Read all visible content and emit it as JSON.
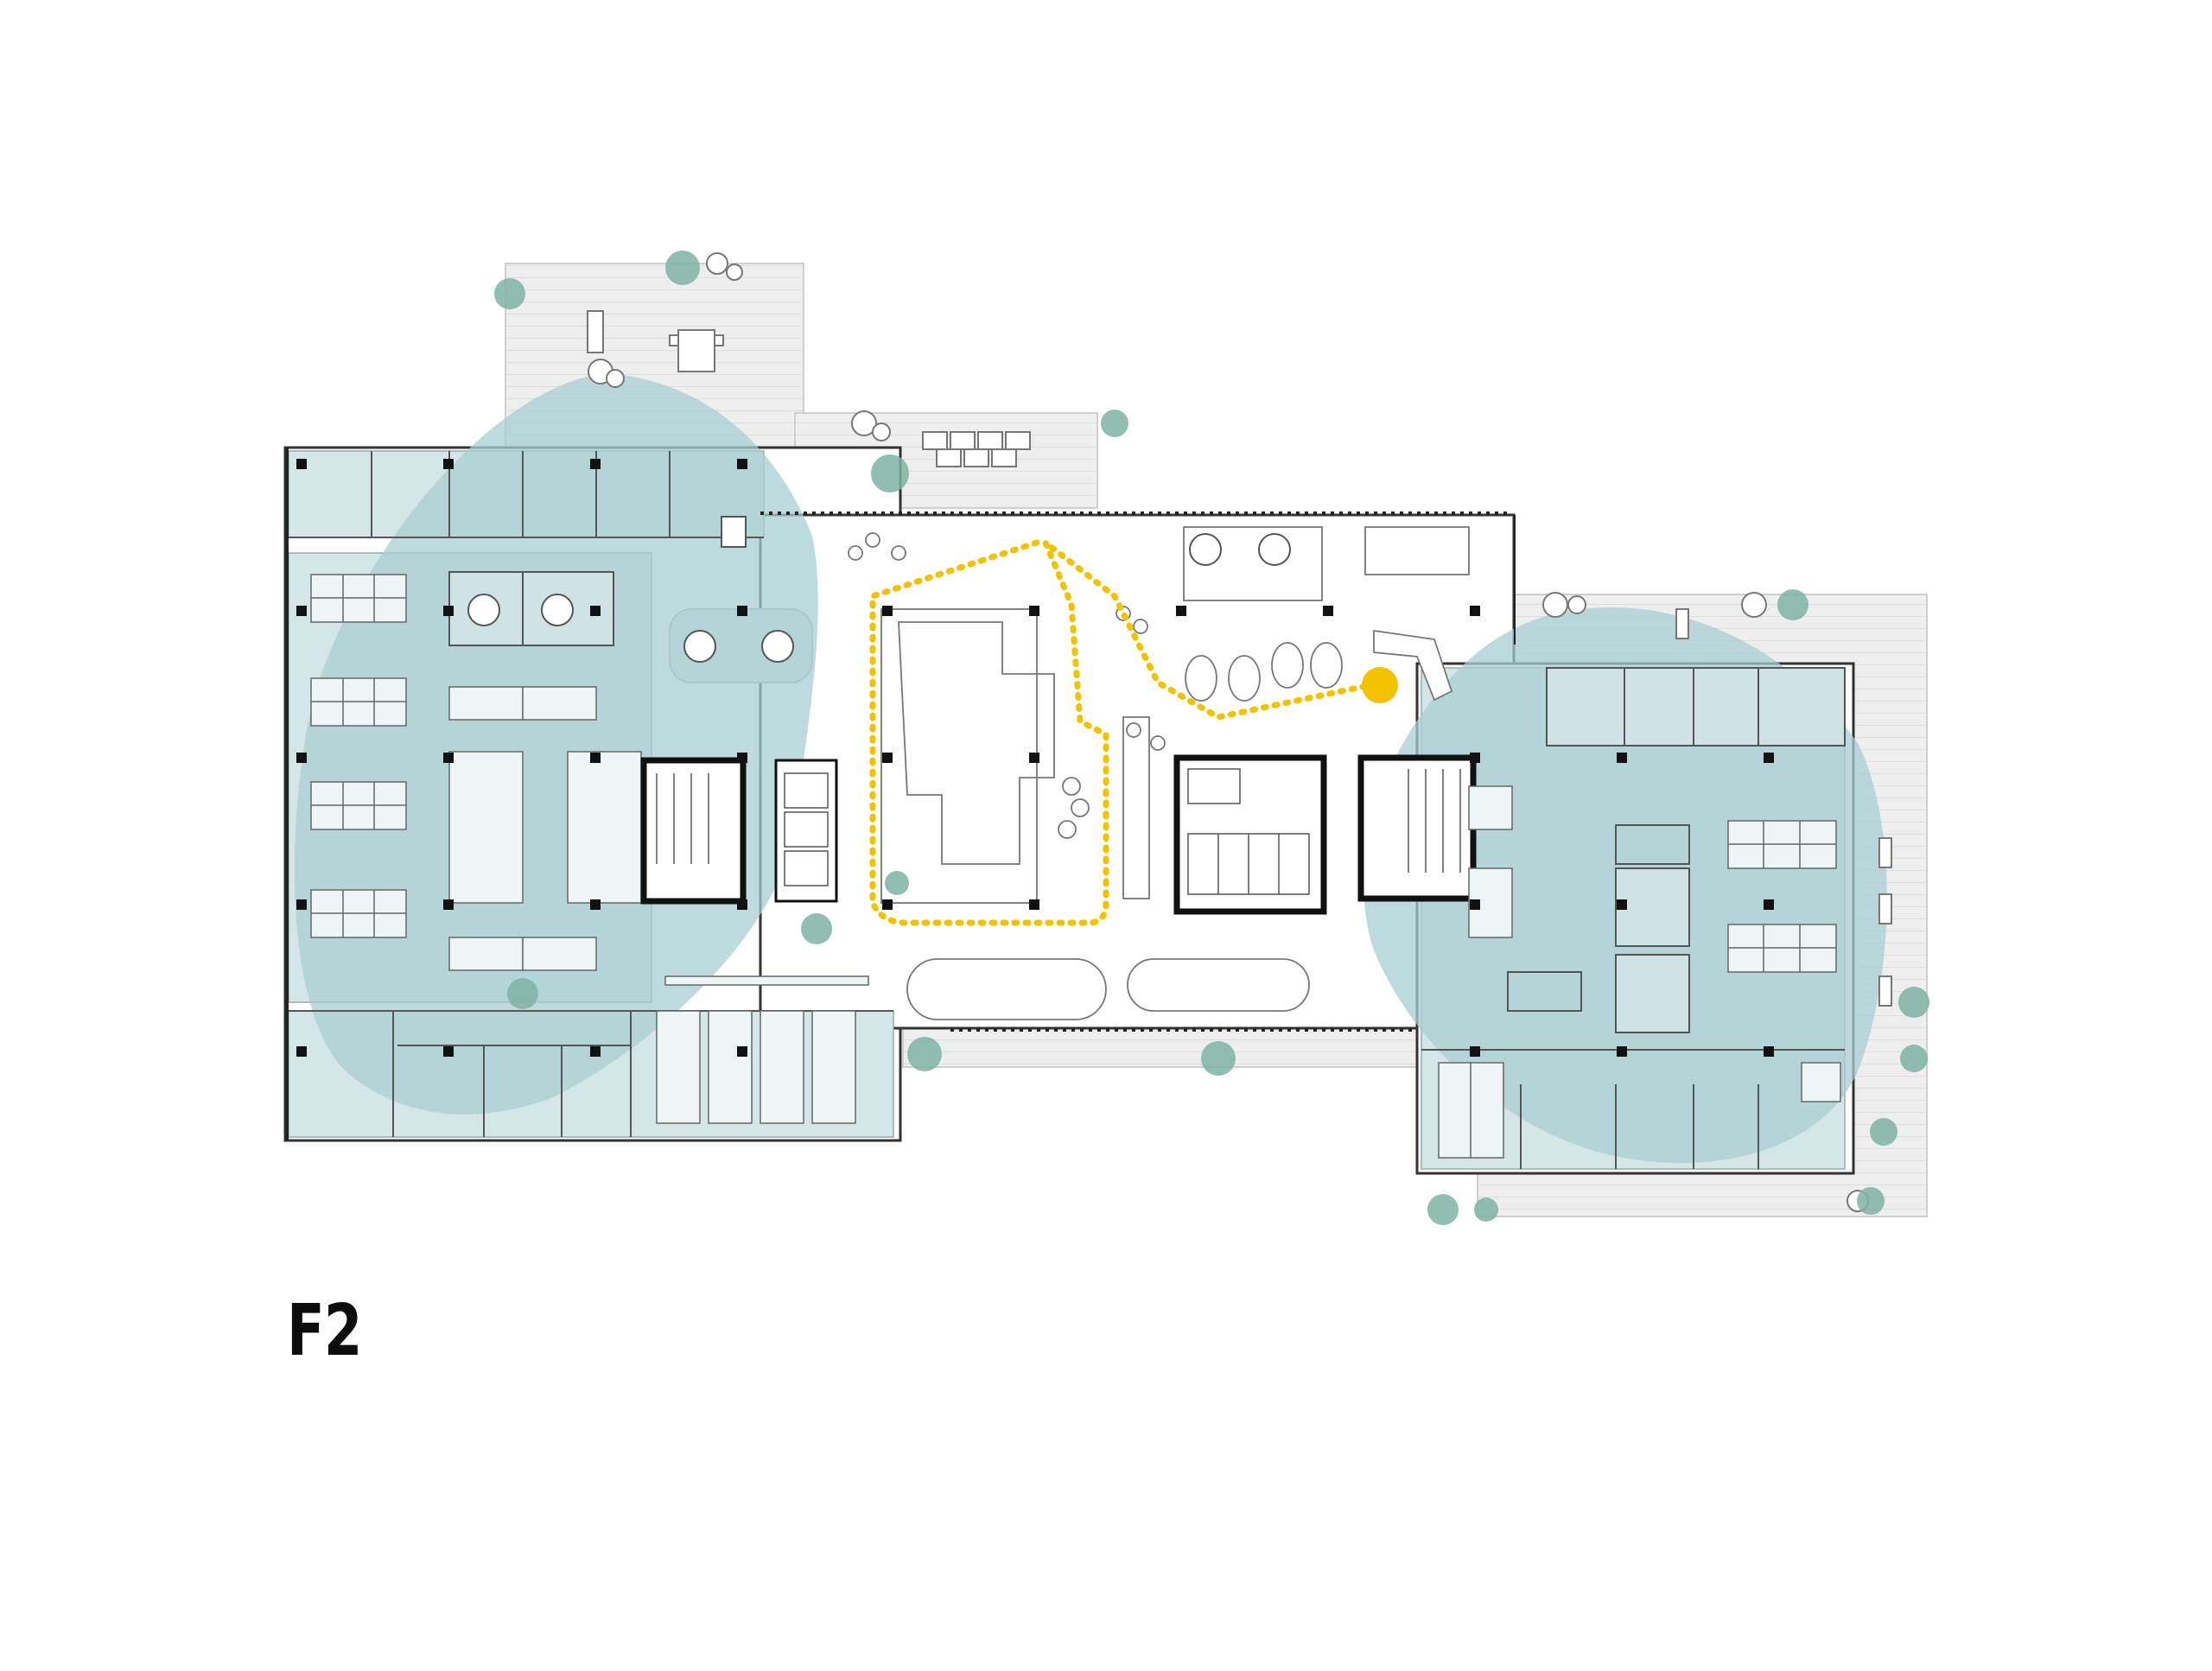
{
  "floor": {
    "label": "F2"
  },
  "colors": {
    "background": "#ffffff",
    "zone_fill": "#a9cdd3",
    "room_fill": "#d4e6e8",
    "terrace_fill": "#eeeeee",
    "wall": "#111111",
    "linework": "#8a8a8a",
    "route": "#f2c200",
    "plant": "#7fb3a4"
  },
  "icons": [
    "column-marker",
    "plant-symbol",
    "chair-symbol",
    "route-endpoint"
  ]
}
